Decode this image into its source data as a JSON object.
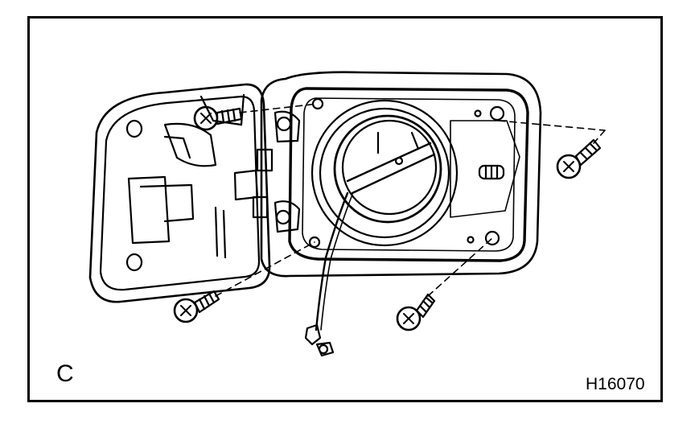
{
  "figure": {
    "view_label": "C",
    "figure_id": "H16070"
  },
  "parts": {
    "door": "fuel-filler-door",
    "housing": "fuel-filler-housing",
    "cap": "fuel-cap",
    "tether": "cap-tether-cord",
    "screws": [
      "screw",
      "screw",
      "screw",
      "screw"
    ]
  },
  "colors": {
    "line": "#000000",
    "background": "#ffffff"
  }
}
